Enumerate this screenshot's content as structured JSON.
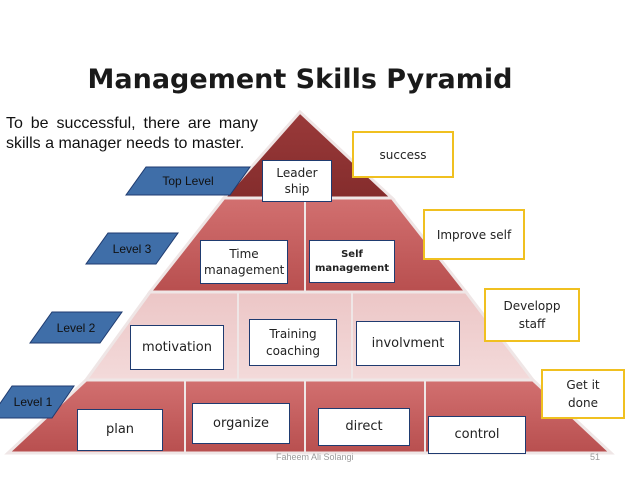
{
  "title": "Management Skills Pyramid",
  "intro": "To be successful, there are many skills a manager needs to master.",
  "levels": {
    "top": "Top Level",
    "level3": "Level 3",
    "level2": "Level 2",
    "level1": "Level 1"
  },
  "skills": {
    "leadership": "Leader ship",
    "time_management": "Time management",
    "self_management": "Self management",
    "motivation": "motivation",
    "training_coaching": "Training coaching",
    "involvement": "involvment",
    "plan": "plan",
    "organize": "organize",
    "direct": "direct",
    "control": "control"
  },
  "outcomes": {
    "success": "success",
    "improve_self": "Improve self",
    "develop_staff": "Developp staff",
    "get_it_done": "Get it done"
  },
  "footer": {
    "author": "Faheem Ali Solangi",
    "page_number": "51"
  },
  "colors": {
    "top_tier": "#8f3434",
    "lower_tiers": "#c45c5c",
    "band_outline": "#efe6e6",
    "level_parallelogram": "#3f6ea8",
    "outcome_border": "#f0c020",
    "skill_border": "#1f3b70"
  }
}
